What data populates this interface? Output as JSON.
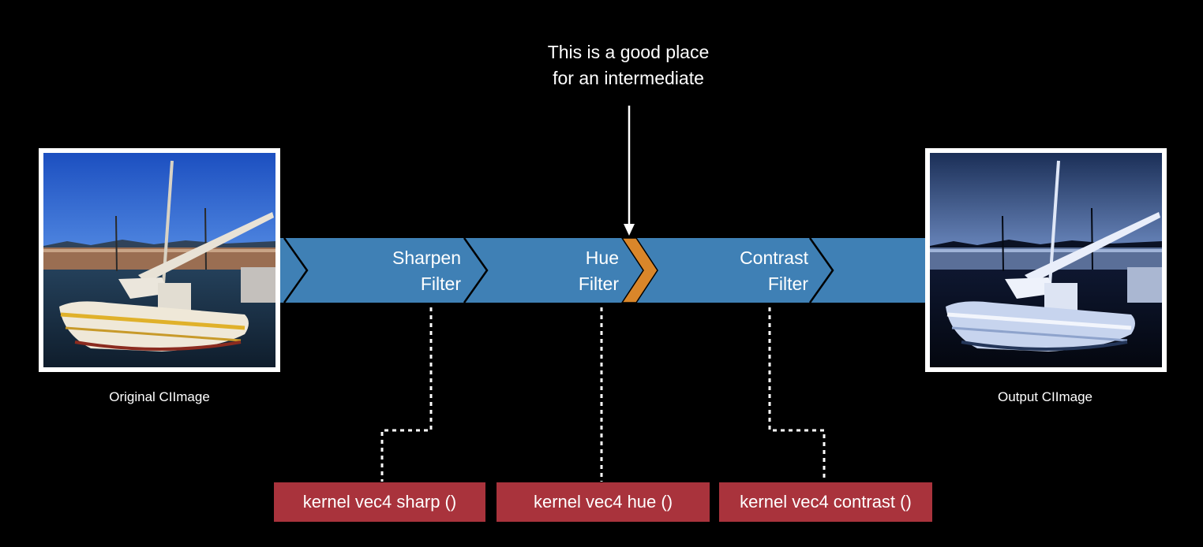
{
  "colors": {
    "background": "#000000",
    "pipeline": "#3f80b5",
    "highlight": "#d9862a",
    "kernel_box": "#a9333c",
    "text": "#ffffff",
    "connector": "#ffffff"
  },
  "annotation": {
    "lines": [
      "This is a good place",
      "for an intermediate"
    ]
  },
  "images": {
    "input": {
      "caption": "Original CIImage",
      "tone": "original-color"
    },
    "output": {
      "caption": "Output CIImage",
      "tone": "blue-tinted-high-contrast"
    }
  },
  "filters": [
    {
      "line1": "Sharpen",
      "line2": "Filter",
      "kernel": "kernel vec4 sharp ()"
    },
    {
      "line1": "Hue",
      "line2": "Filter",
      "kernel": "kernel vec4 hue ()"
    },
    {
      "line1": "Contrast",
      "line2": "Filter",
      "kernel": "kernel vec4 contrast ()"
    }
  ]
}
